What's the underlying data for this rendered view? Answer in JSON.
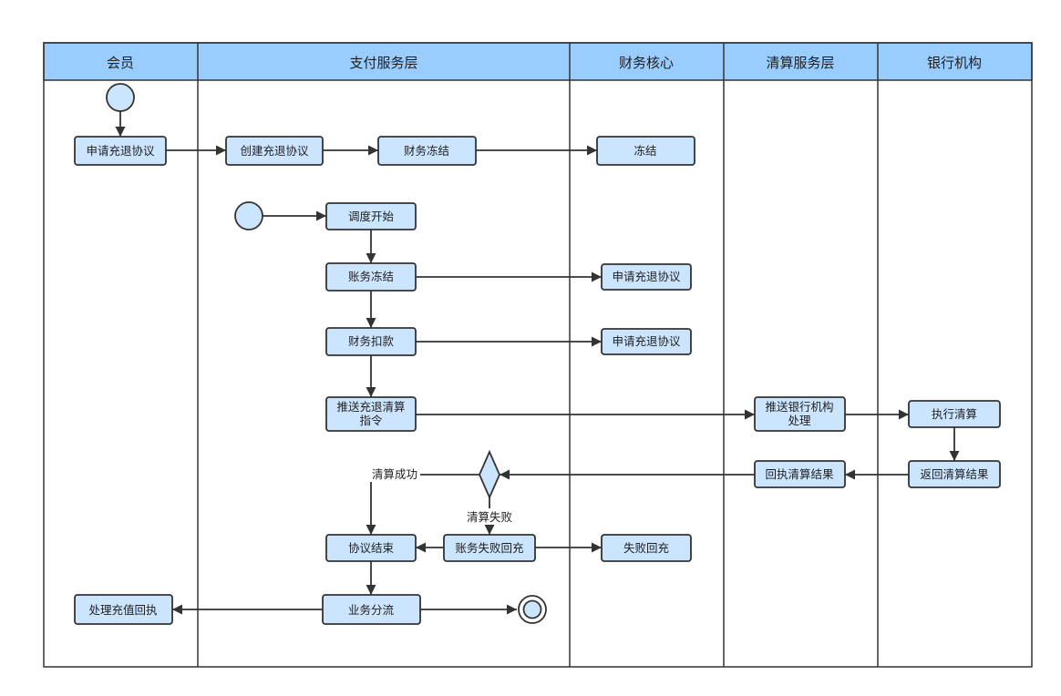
{
  "lanes": {
    "member": "会员",
    "payment": "支付服务层",
    "finance": "财务核心",
    "clearing": "清算服务层",
    "bank": "银行机构"
  },
  "nodes": {
    "apply_refund_agreement": "申请充退协议",
    "create_refund_agreement": "创建充退协议",
    "finance_freeze": "财务冻结",
    "freeze": "冻结",
    "schedule_start": "调度开始",
    "account_freeze": "账务冻结",
    "finance_apply_1": "申请充退协议",
    "finance_deduct": "财务扣款",
    "finance_apply_2": "申请充退协议",
    "push_clearing_line1": "推送充退清算",
    "push_clearing_line2": "指令",
    "push_bank_line1": "推送银行机构",
    "push_bank_line2": "处理",
    "execute_clearing": "执行清算",
    "receipt_clearing_result": "回执清算结果",
    "return_clearing_result": "返回清算结果",
    "agreement_end": "协议结束",
    "account_fail_refill": "账务失败回充",
    "fail_refill": "失败回充",
    "handle_refill_receipt": "处理充值回执",
    "business_split": "业务分流"
  },
  "edges": {
    "clearing_success": "清算成功",
    "clearing_fail": "清算失败"
  },
  "colors": {
    "header_fill": "#99ccff",
    "node_fill": "#cce5ff",
    "stroke": "#333333"
  }
}
